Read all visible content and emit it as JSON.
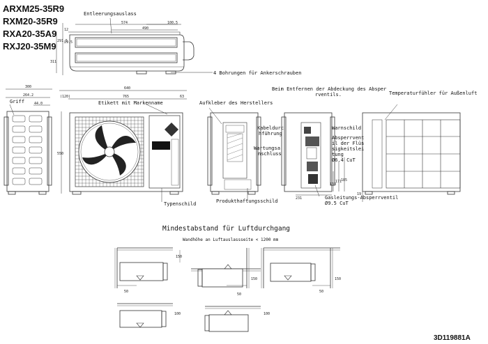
{
  "models": [
    "ARXM25-35R9",
    "RXM20-35R9",
    "RXA20-35A9",
    "RXJ20-35M9"
  ],
  "labels": {
    "entleerung": "Entleerungsauslass",
    "bohrungen": "4 Bohrungen für Ankerschrauben",
    "griff": "Griff",
    "etikett": "Etikett mit Markenname",
    "aufkleber": "Aufkleber des Herstellers",
    "abdeckung_1": "Beim Entfernen der Abdeckung des Absper",
    "abdeckung_2": "rventils.",
    "temp": "Temperaturfühler für Außenluft",
    "kabel_1": "Kabeldurc",
    "kabel_2": "hführung",
    "warnschild": "Warnschild",
    "wartung_1": "Wartungsa",
    "wartung_2": "nschluss",
    "absperr_1": "Absperrvent",
    "absperr_2": "il der Flüs",
    "absperr_3": "sigkeitslei",
    "absperr_4": "tung",
    "absperr_5": "Ø6.4 CuT",
    "typenschild": "Typenschild",
    "produkt": "Produkthaftungsschild",
    "gas_1": "Gasleitungs-Absperrventil",
    "gas_2": "Ø9.5 CuT"
  },
  "dims": {
    "d574": "574",
    "d490": "490",
    "d1005": "100.5",
    "d12": "12",
    "d311": "311",
    "d2915": "291.5",
    "d2915b": "29.5",
    "d300": "300",
    "d2642": "264.2",
    "d440": "44.0",
    "d640": "640",
    "d765": "765",
    "d120": "(120)",
    "d63": "63",
    "d550": "550",
    "d231": "231",
    "d185": "185",
    "d171": "171",
    "d133": "133",
    "d19": "19",
    "c150a": "150",
    "c50a": "50",
    "c150b": "150",
    "c50b": "50",
    "c150c": "150",
    "c50c": "50",
    "c100a": "100",
    "c100b": "100"
  },
  "section": {
    "title": "Mindestabstand für Luftdurchgang",
    "subtitle": "Wandhöhe an Luftauslassseite < 1200 mm"
  },
  "doc_id": "3D119881A"
}
